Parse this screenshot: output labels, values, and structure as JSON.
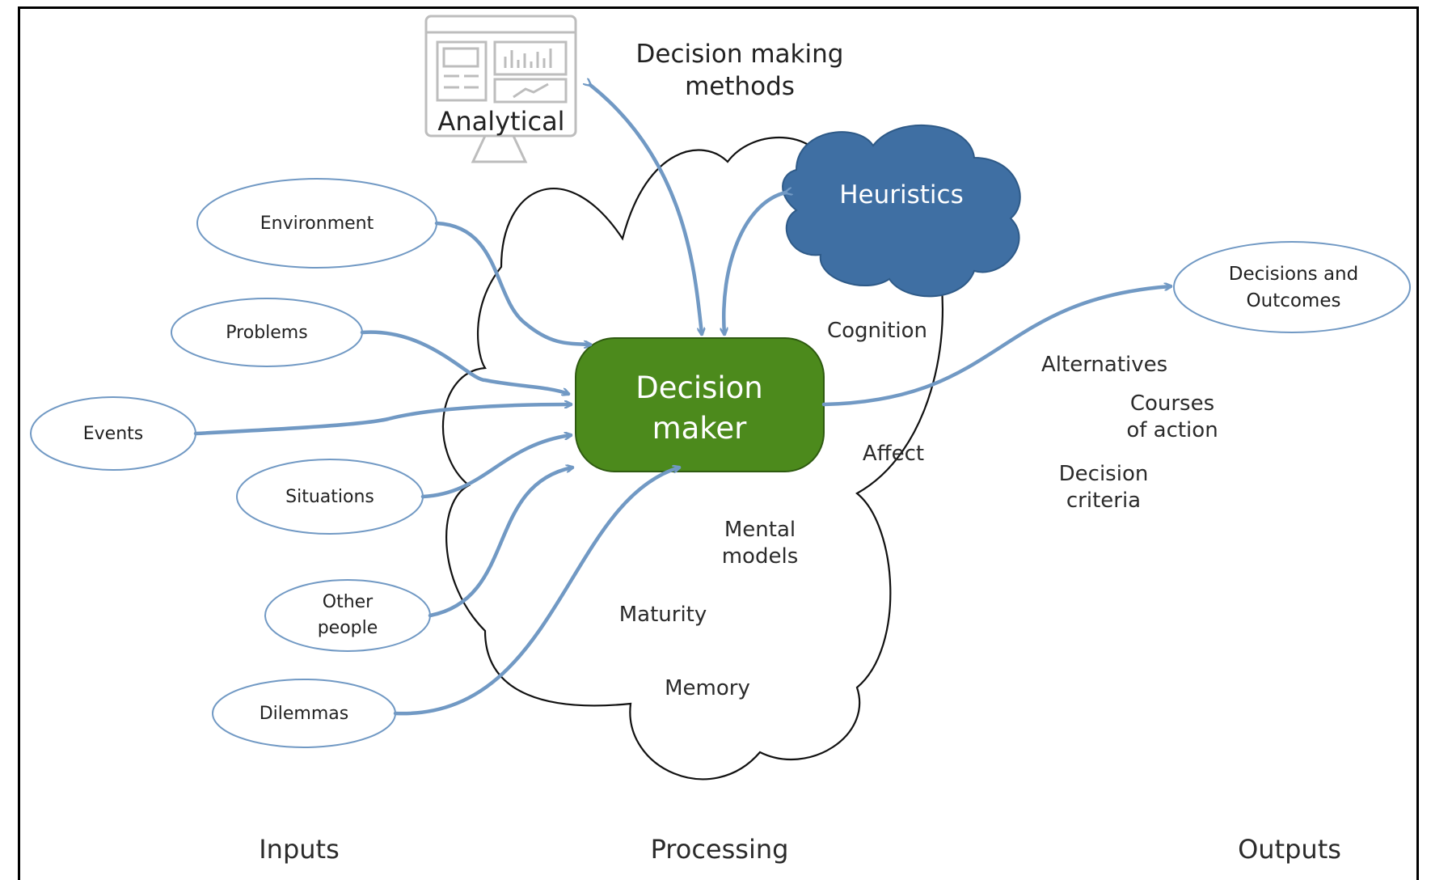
{
  "inputs": {
    "environment": "Environment",
    "problems": "Problems",
    "events": "Events",
    "situations": "Situations",
    "other_people": "Other people",
    "dilemmas": "Dilemmas"
  },
  "methods": {
    "title": "Decision making methods",
    "analytical": "Analytical",
    "heuristics": "Heuristics"
  },
  "center": "Decision maker",
  "processing_items": {
    "cognition": "Cognition",
    "affect": "Affect",
    "mental_models": "Mental models",
    "maturity": "Maturity",
    "memory": "Memory"
  },
  "outputs": {
    "decisions_outcomes": "Decisions and Outcomes",
    "alternatives": "Alternatives",
    "courses_of_action": "Courses of action",
    "decision_criteria": "Decision criteria"
  },
  "sections": {
    "inputs": "Inputs",
    "processing": "Processing",
    "outputs": "Outputs"
  },
  "colors": {
    "arrow": "#7199c4",
    "heuristics_cloud": "#3f6fa3",
    "decision_maker": "#4c8a1c",
    "ellipse_stroke": "#7199c4"
  },
  "icons": [
    "dashboard-monitor-icon"
  ]
}
